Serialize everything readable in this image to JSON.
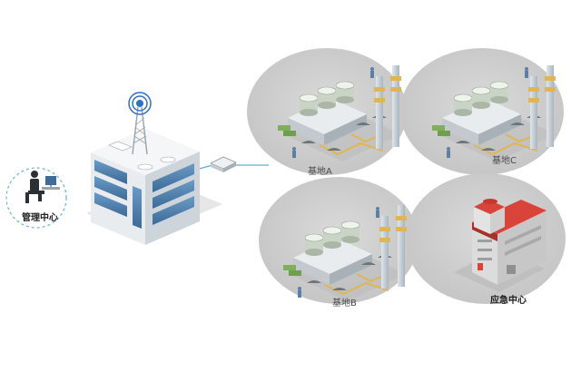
{
  "nodes": {
    "management": {
      "label": "管理中心"
    },
    "base_a": {
      "label": "基地A"
    },
    "base_b": {
      "label": "基地B"
    },
    "base_c": {
      "label": "基地C"
    },
    "emergency": {
      "label": "应急中心"
    }
  },
  "colors": {
    "circle_fill": "#cfcfcf",
    "link_line": "#5bb0d8",
    "dashed_ring": "#6ab3d6",
    "building_glass": "#4f7ea8",
    "signal": "#2f6fc4",
    "emergency_roof": "#d9443a",
    "pipe": "#e0b552",
    "tower": "#b9c3cc"
  },
  "icons": [
    "operator-icon",
    "server-building-icon",
    "antenna-icon",
    "router-icon",
    "industrial-plant-icon",
    "emergency-building-icon"
  ]
}
